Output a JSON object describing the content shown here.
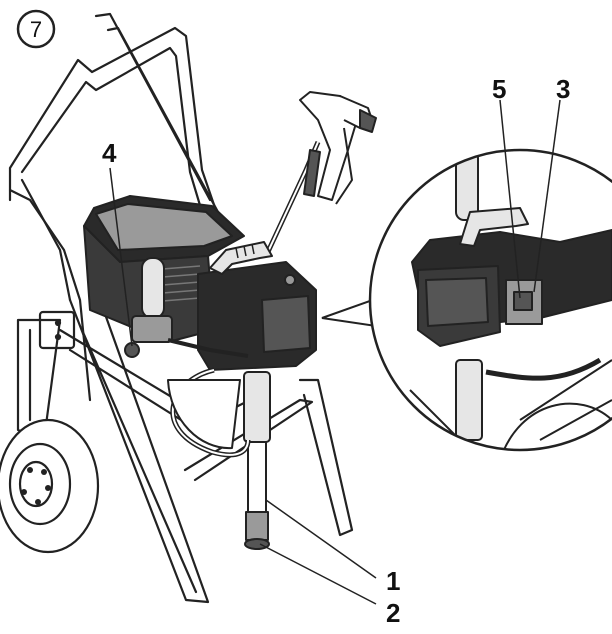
{
  "figure": {
    "step_number": "7",
    "callouts": [
      {
        "id": "1",
        "label": "1"
      },
      {
        "id": "2",
        "label": "2"
      },
      {
        "id": "3",
        "label": "3"
      },
      {
        "id": "4",
        "label": "4"
      },
      {
        "id": "5",
        "label": "5"
      }
    ],
    "colors": {
      "line": "#222222",
      "fill_dark": "#2a2a2a",
      "fill_mid": "#9a9a9a",
      "fill_light": "#e6e6e6"
    }
  }
}
